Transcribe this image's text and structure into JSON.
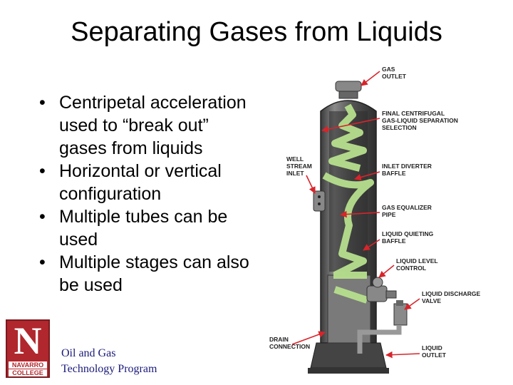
{
  "title": "Separating Gases from Liquids",
  "bullets": [
    "Centripetal acceleration used to “break out” gases from liquids",
    "Horizontal or vertical configuration",
    "Multiple tubes can be used",
    "Multiple stages can also be used"
  ],
  "logo": {
    "letter": "N",
    "line1": "NAVARRO",
    "line2": "COLLEGE"
  },
  "footer": {
    "line1": "Oil and Gas",
    "line2": "Technology Program"
  },
  "diagram": {
    "labels": {
      "gas_outlet_1": "GAS",
      "gas_outlet_2": "OUTLET",
      "final_1": "FINAL CENTRIFUGAL",
      "final_2": "GAS-LIQUID SEPARATION",
      "final_3": "SELECTION",
      "well_1": "WELL",
      "well_2": "STREAM",
      "well_3": "INLET",
      "inlet_div_1": "INLET DIVERTER",
      "inlet_div_2": "BAFFLE",
      "gas_eq_1": "GAS EQUALIZER",
      "gas_eq_2": "PIPE",
      "quiet_1": "LIQUID QUIETING",
      "quiet_2": "BAFFLE",
      "level_1": "LIQUID LEVEL",
      "level_2": "CONTROL",
      "discharge_1": "LIQUID DISCHARGE",
      "discharge_2": "VALVE",
      "drain_1": "DRAIN",
      "drain_2": "CONNECTION",
      "liq_out_1": "LIQUID",
      "liq_out_2": "OUTLET"
    },
    "colors": {
      "arrow": "#d8242a",
      "swirl": "#b7e08e",
      "vessel": "#5a5a5a"
    }
  }
}
